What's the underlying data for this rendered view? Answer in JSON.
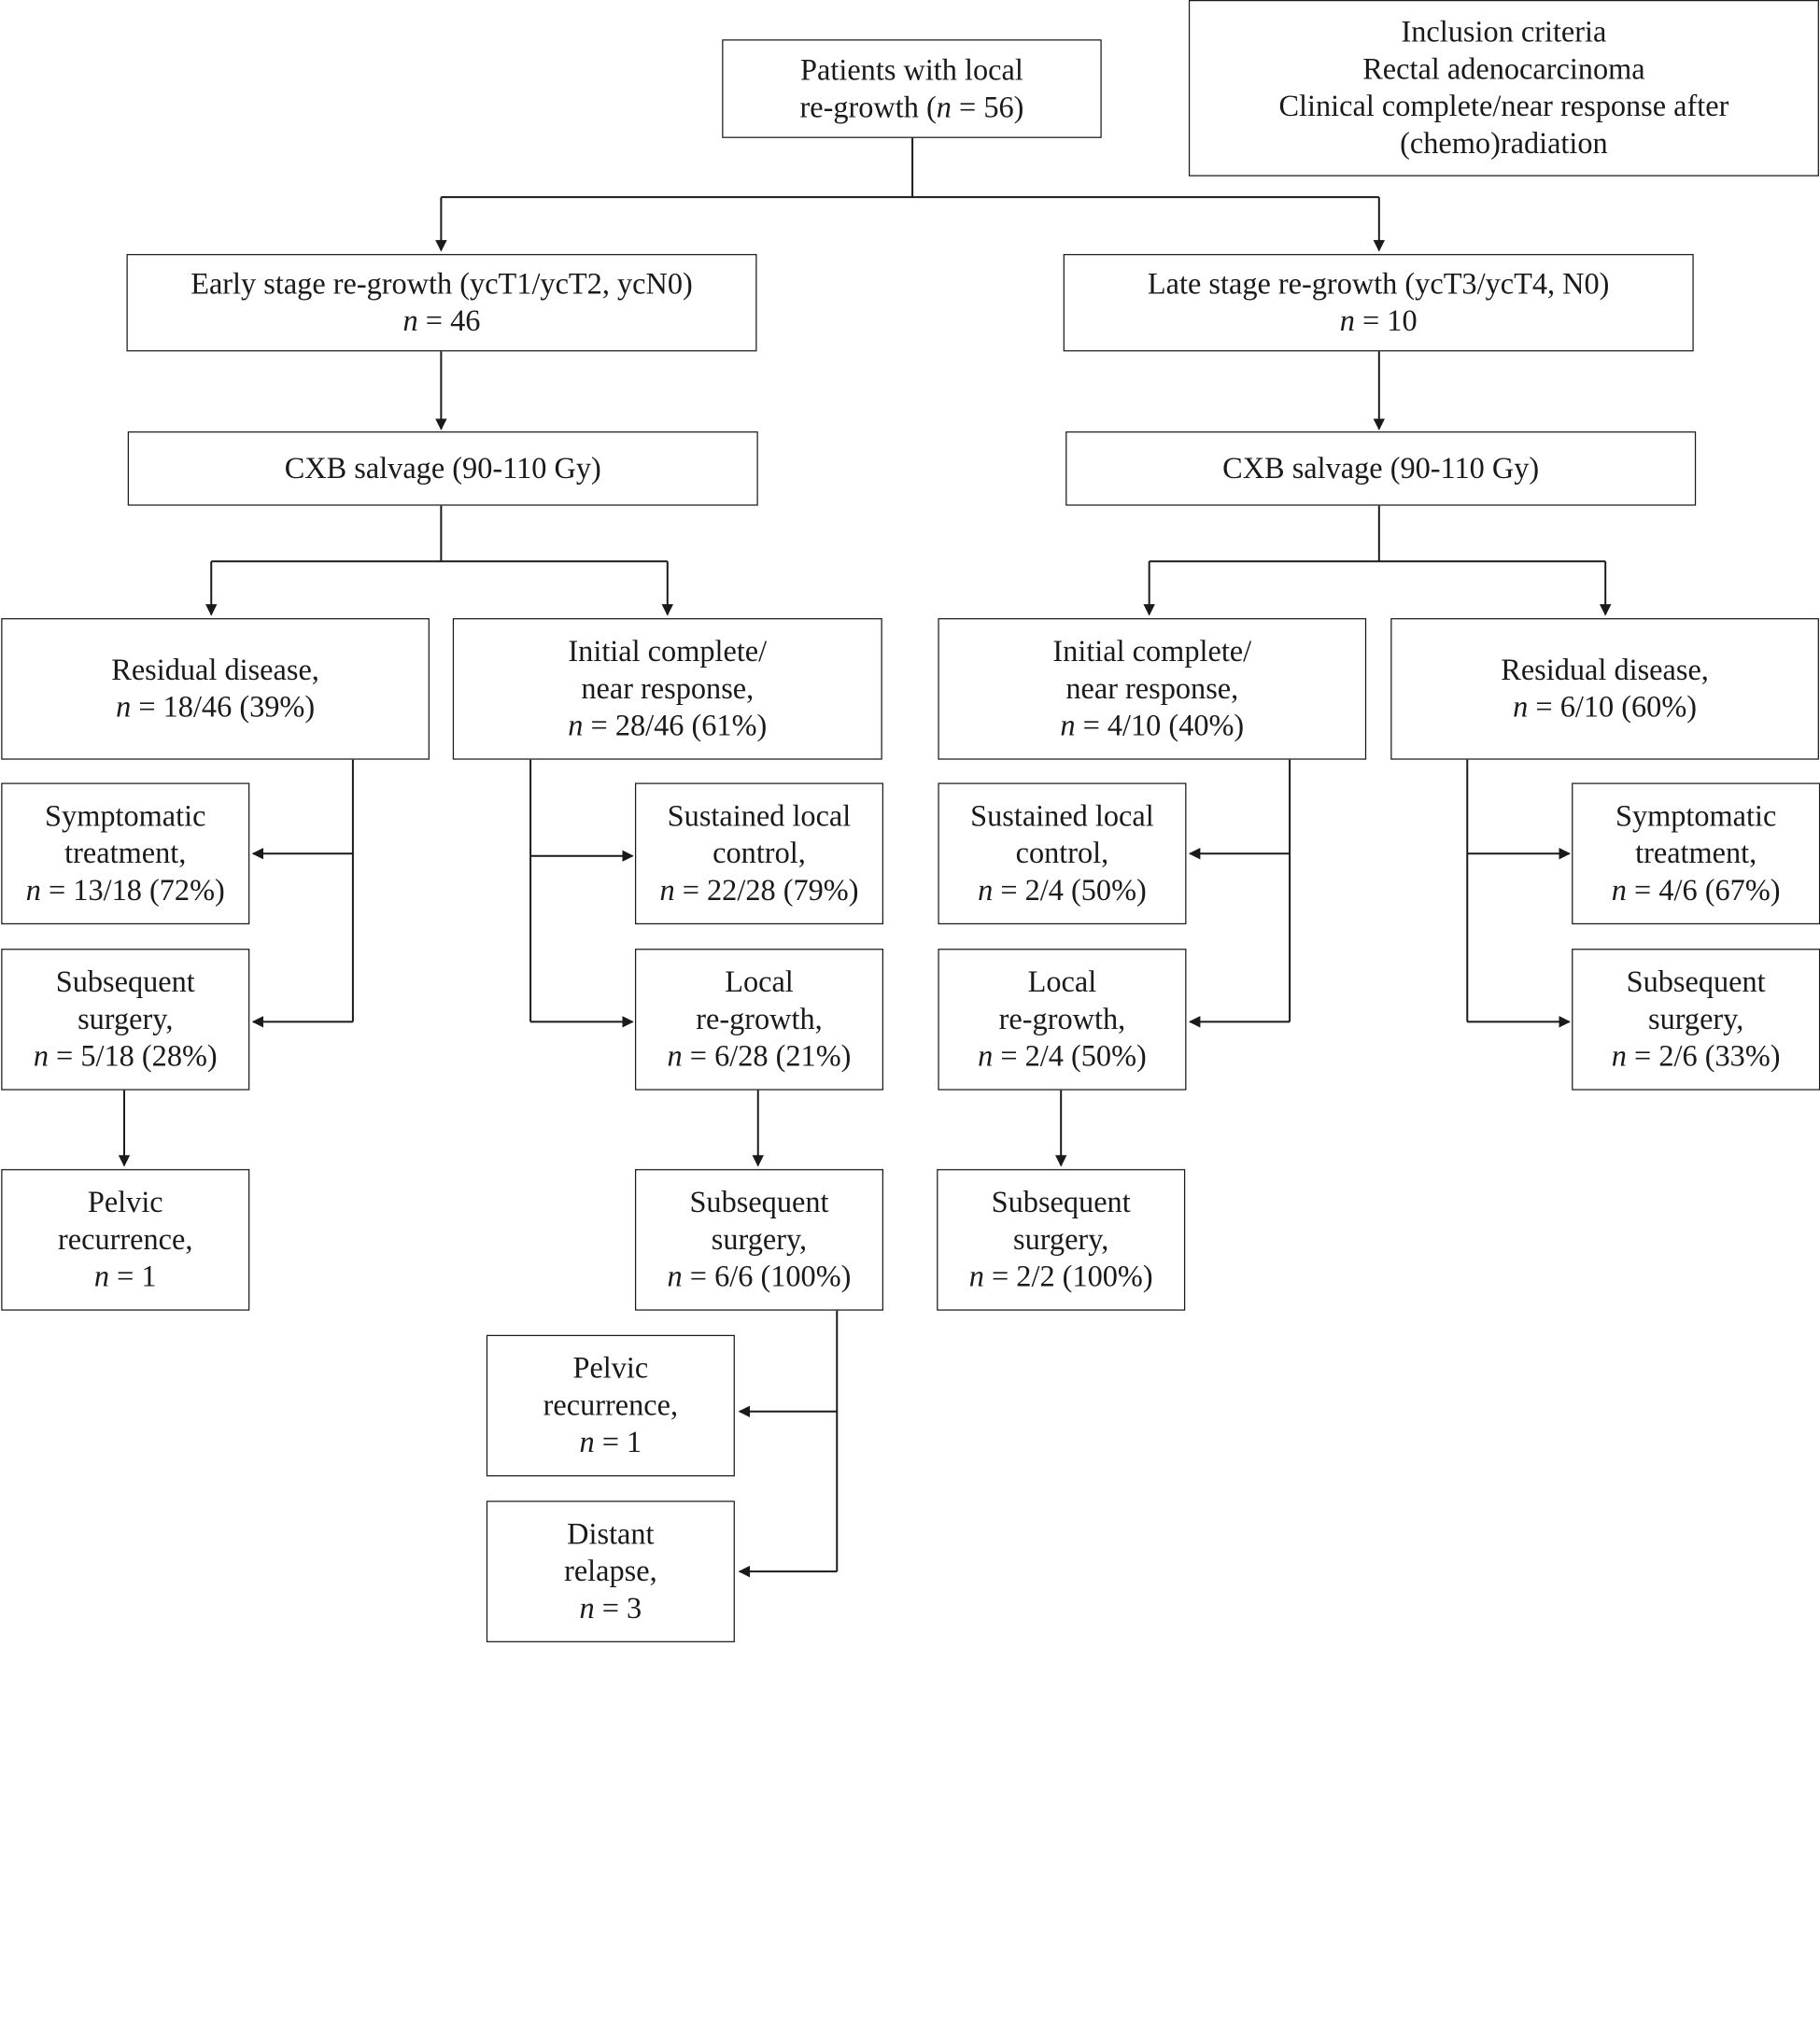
{
  "boxes": {
    "root": {
      "l1": "Patients with local",
      "l2": "re-growth (",
      "n": "n",
      "l2b": " = 56)"
    },
    "inclusion": {
      "l1": "Inclusion criteria",
      "l2": "Rectal adenocarcinoma",
      "l3": "Clinical complete/near response after",
      "l4": "(chemo)radiation"
    },
    "early": {
      "l1": "Early stage re-growth (ycT1/ycT2, ycN0)",
      "n": "n",
      "l2": " = 46"
    },
    "late": {
      "l1": "Late stage re-growth (ycT3/ycT4, N0)",
      "n": "n",
      "l2": " = 10"
    },
    "cxb_left": {
      "l1": "CXB salvage (90-110 Gy)"
    },
    "cxb_right": {
      "l1": "CXB salvage (90-110 Gy)"
    },
    "resid_left": {
      "l1": "Residual disease,",
      "n": "n",
      "l2": " = 18/46 (39%)"
    },
    "init_left": {
      "l1": "Initial complete/",
      "l2": "near response,",
      "n": "n",
      "l3": " = 28/46 (61%)"
    },
    "init_right": {
      "l1": "Initial complete/",
      "l2": "near response,",
      "n": "n",
      "l3": " = 4/10 (40%)"
    },
    "resid_right": {
      "l1": "Residual disease,",
      "n": "n",
      "l2": " = 6/10 (60%)"
    },
    "sympt_left": {
      "l1": "Symptomatic",
      "l2": "treatment,",
      "n": "n",
      "l3": " = 13/18 (72%)"
    },
    "surg_left": {
      "l1": "Subsequent",
      "l2": "surgery,",
      "n": "n",
      "l3": " = 5/18 (28%)"
    },
    "pelvic_left": {
      "l1": "Pelvic",
      "l2": "recurrence,",
      "n": "n",
      "l3": " = 1"
    },
    "sust_left": {
      "l1": "Sustained local",
      "l2": "control,",
      "n": "n",
      "l3": " = 22/28 (79%)"
    },
    "regrow_left": {
      "l1": "Local",
      "l2": "re-growth,",
      "n": "n",
      "l3": " = 6/28 (21%)"
    },
    "surg_mid": {
      "l1": "Subsequent",
      "l2": "surgery,",
      "n": "n",
      "l3": " = 6/6 (100%)"
    },
    "pelvic_mid": {
      "l1": "Pelvic",
      "l2": "recurrence,",
      "n": "n",
      "l3": " = 1"
    },
    "distant": {
      "l1": "Distant",
      "l2": "relapse,",
      "n": "n",
      "l3": " = 3"
    },
    "sust_right": {
      "l1": "Sustained local",
      "l2": "control,",
      "n": "n",
      "l3": " = 2/4 (50%)"
    },
    "regrow_right": {
      "l1": "Local",
      "l2": "re-growth,",
      "n": "n",
      "l3": " = 2/4 (50%)"
    },
    "surg_right": {
      "l1": "Subsequent",
      "l2": "surgery,",
      "n": "n",
      "l3": " = 2/2 (100%)"
    },
    "sympt_right": {
      "l1": "Symptomatic",
      "l2": "treatment,",
      "n": "n",
      "l3": " = 4/6 (67%)"
    },
    "surg_far": {
      "l1": "Subsequent",
      "l2": "surgery,",
      "n": "n",
      "l3": " = 2/6 (33%)"
    }
  }
}
